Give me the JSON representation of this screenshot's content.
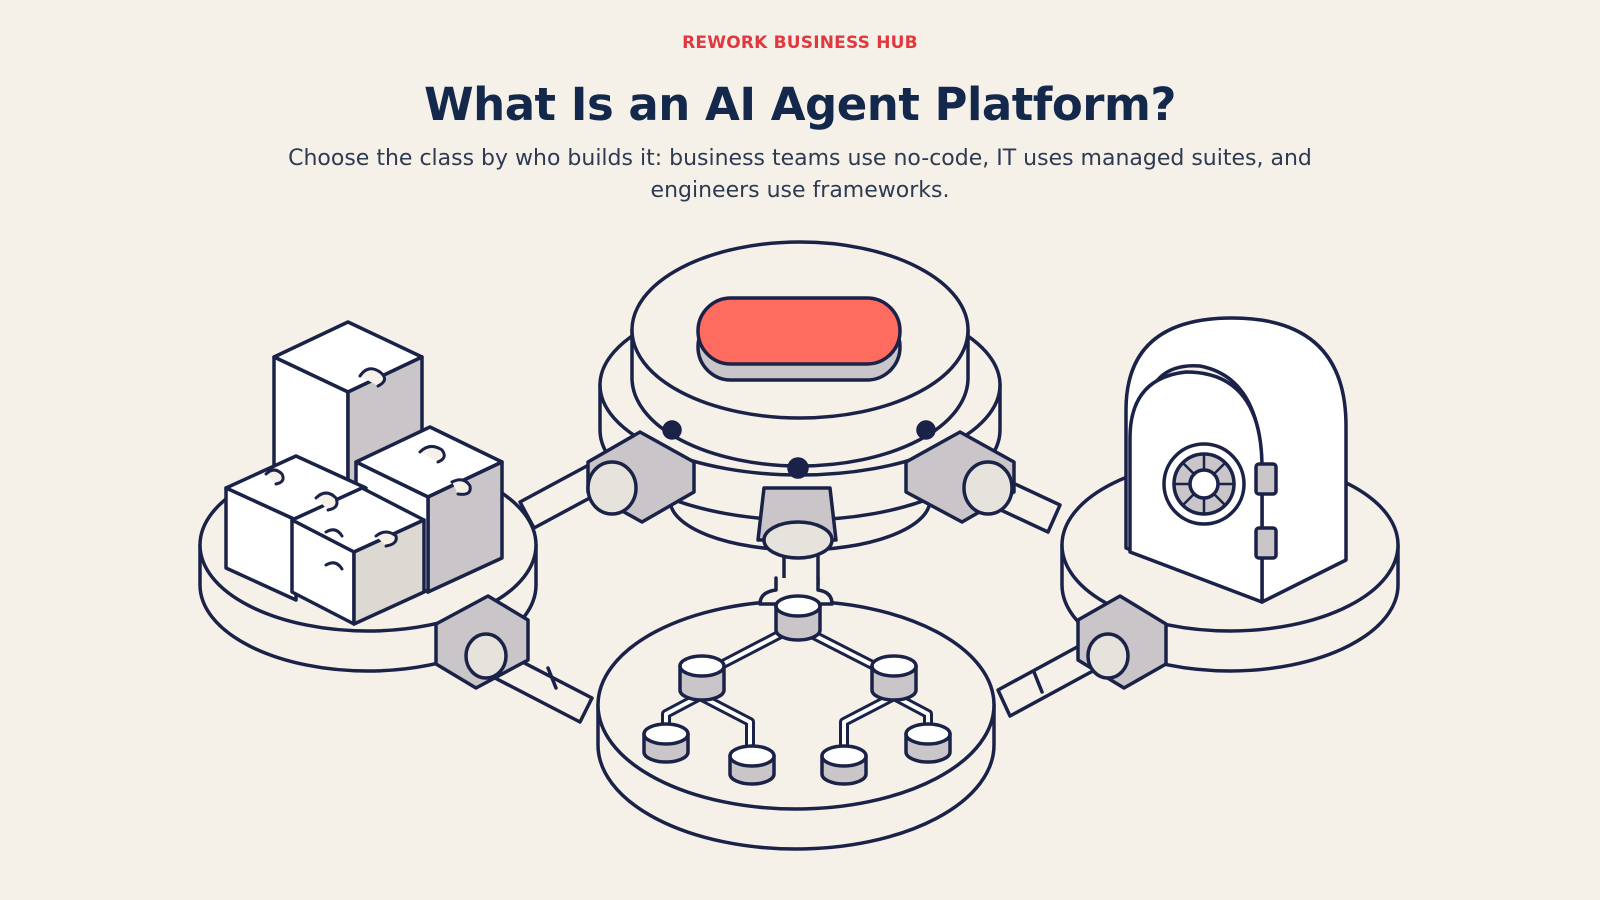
{
  "header": {
    "brand": "REWORK BUSINESS HUB",
    "title": "What Is an AI Agent Platform?",
    "subtitle": "Choose the class by who builds it: business teams use no-code, IT uses managed suites, and engineers use frameworks."
  },
  "illustration": {
    "nodes": [
      "puzzle-blocks-platform",
      "central-hub-platform",
      "vault-platform",
      "tree-network-platform"
    ],
    "colors": {
      "ink": "#1a2248",
      "accent": "#ff6b5e",
      "paper": "#f5f1e9",
      "shade": "#c9c5c8"
    }
  }
}
